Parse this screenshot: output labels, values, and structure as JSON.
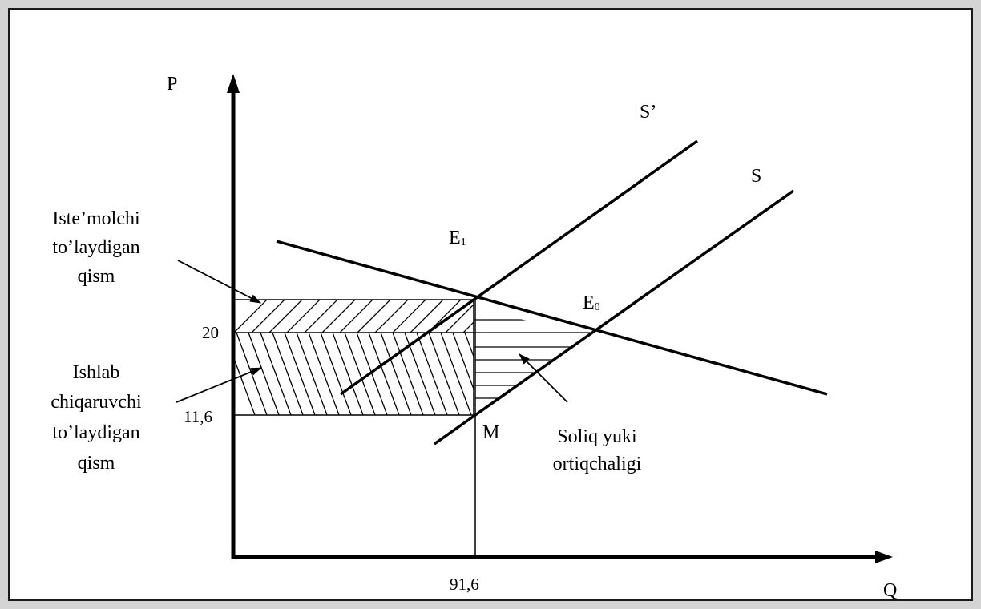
{
  "axes": {
    "y_label": "P",
    "x_label": "Q",
    "tick_p_high": "20",
    "tick_p_low": "11,6",
    "tick_q": "91,6"
  },
  "curves": {
    "supply_shifted": "S’",
    "supply": "S"
  },
  "points": {
    "e1_letter": "E",
    "e1_index": "1",
    "e0_letter": "E",
    "e0_index": "0",
    "m": "M"
  },
  "labels": {
    "consumer_part": [
      "Iste’molchi",
      "to’laydigan",
      "qism"
    ],
    "producer_part": [
      "Ishlab",
      "chiqaruvchi",
      "to’laydigan",
      "qism"
    ],
    "deadweight": [
      "Soliq yuki",
      "ortiqchaligi"
    ]
  },
  "colors": {
    "ink": "#000000",
    "background": "#ffffff",
    "outer": "#d4d4d4"
  }
}
